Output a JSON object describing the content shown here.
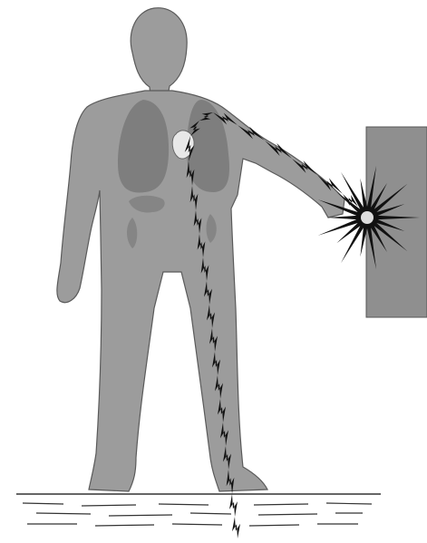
{
  "figure": {
    "type": "illustration",
    "text_labels": [],
    "colors": {
      "background": "#ffffff",
      "body": "#9c9c9c",
      "body_outline": "#5a5a5a",
      "lungs": "#7e7e7e",
      "organs": "#858585",
      "heart": "#e8e8e8",
      "panel": "#8f8f8f",
      "bolt": "#111111",
      "ground_lines": "#333333"
    },
    "icons": [
      "human-silhouette",
      "lungs",
      "heart",
      "stomach",
      "kidney",
      "electrical-panel",
      "spark-burst",
      "lightning-bolt",
      "ground"
    ]
  }
}
